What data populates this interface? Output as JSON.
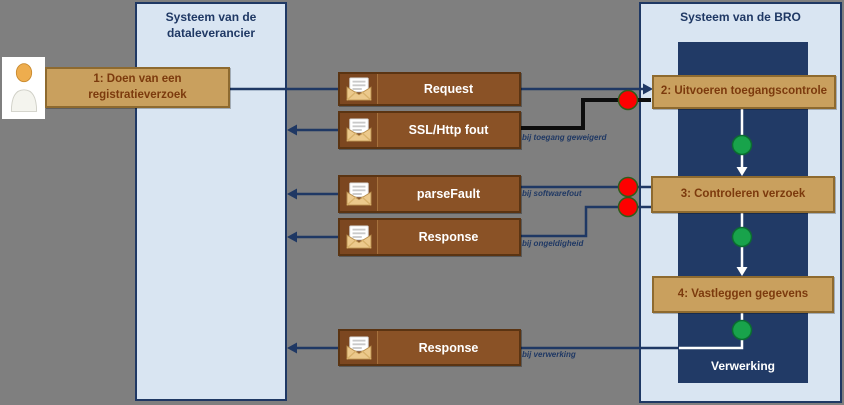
{
  "panels": {
    "dataleverancier": {
      "title": "Systeem van de dataleverancier"
    },
    "bro": {
      "title": "Systeem van de BRO",
      "lane_label": "Verwerking"
    }
  },
  "steps": [
    {
      "label": "1: Doen van een registratieverzoek"
    },
    {
      "label": "2: Uitvoeren toegangscontrole"
    },
    {
      "label": "3:  Controleren verzoek"
    },
    {
      "label": "4: Vastleggen gegevens"
    }
  ],
  "messages": [
    {
      "label": "Request",
      "direction": "to-bro",
      "condition": ""
    },
    {
      "label": "SSL/Http fout",
      "direction": "to-dataleverancier",
      "condition": "bij toegang geweigerd"
    },
    {
      "label": "parseFault",
      "direction": "to-dataleverancier",
      "condition": "bij softwarefout"
    },
    {
      "label": "Response",
      "direction": "to-dataleverancier",
      "condition": "bij ongeldigheid"
    },
    {
      "label": "Response",
      "direction": "to-dataleverancier",
      "condition": "bij verwerking"
    }
  ],
  "colors": {
    "background": "#7f7f7f",
    "panel_fill": "#d9e5f2",
    "panel_border": "#1f3864",
    "lane_fill": "#213a66",
    "step_fill": "#c9a05e",
    "step_border": "#8e6a2f",
    "step_text": "#7c3a0d",
    "message_fill": "#8a5226",
    "message_border": "#5b3412",
    "message_text": "#ffffff",
    "connector": "#1f3864",
    "error_path": "#0d0d0d",
    "status_ok": "#18a34b",
    "status_error": "#fd0000",
    "lifeline": "#ffffff"
  }
}
